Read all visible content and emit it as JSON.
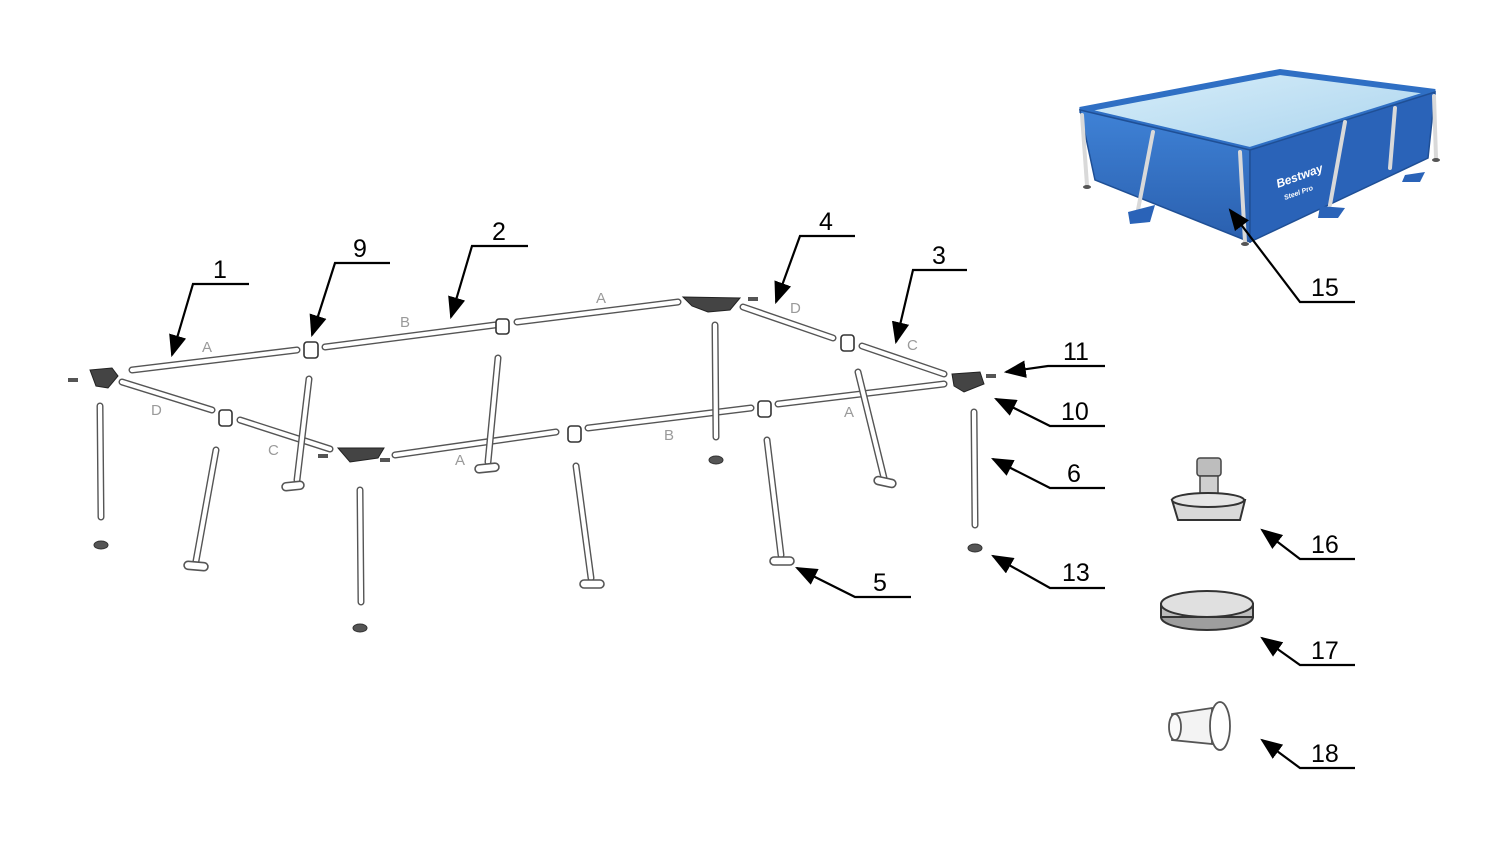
{
  "diagram": {
    "part_numbers": [
      "1",
      "2",
      "3",
      "4",
      "5",
      "6",
      "9",
      "10",
      "11",
      "13",
      "15",
      "16",
      "17",
      "18"
    ],
    "segment_letters": [
      "A",
      "B",
      "A",
      "D",
      "C",
      "D",
      "C",
      "A",
      "B",
      "A"
    ],
    "pool_brand": {
      "name": "Bestway",
      "line": "Steel Pro"
    },
    "colors": {
      "pool_blue": "#2f6fc4",
      "pool_water": "#bfe0f4",
      "frame_outline": "#555555",
      "label_gray": "#9a9a9a"
    }
  }
}
